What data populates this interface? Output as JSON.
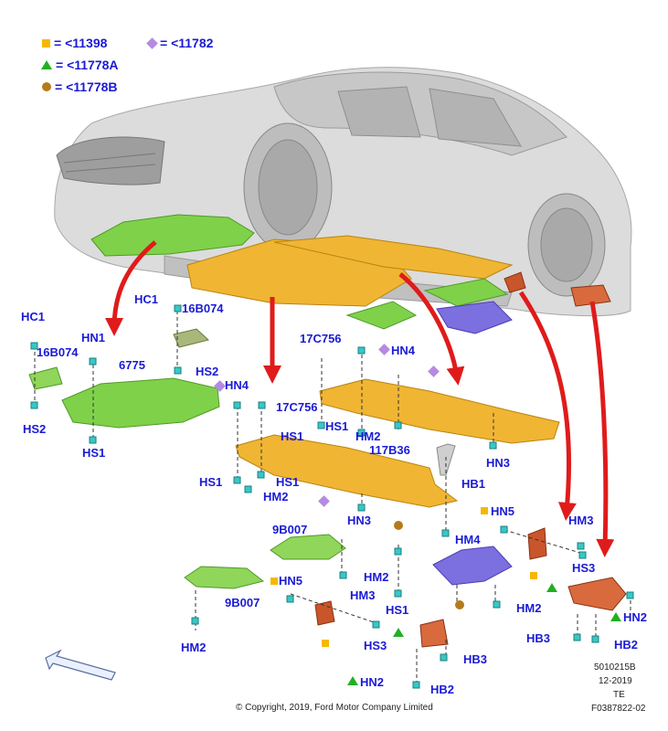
{
  "legend": {
    "square": "= <11398",
    "diamond": "= <11782",
    "triangle": "= <11778A",
    "circle": "= <11778B"
  },
  "colors": {
    "label_blue": "#1a1ad6",
    "arrow_red": "#e01b1b",
    "shield_green": "#7fd14a",
    "shield_orange": "#f0b532",
    "shield_purple": "#7c6fe0",
    "shield_rust": "#c8562a",
    "fastener_teal": "#38c7c7"
  },
  "callouts": {
    "hc1": "HC1",
    "b074_left": "16B074",
    "hs2_left": "HS2",
    "hn1": "HN1",
    "p6775": "6775",
    "hs1_left": "HS1",
    "hc1_mid": "HC1",
    "b074_mid": "16B074",
    "hs2_mid": "HS2",
    "hn4_mid": "HN4",
    "c756_mid": "17C756",
    "hs1_a": "HS1",
    "hs1_b": "HS1",
    "hm2_a": "HM2",
    "c756_top": "17C756",
    "hn4_top": "HN4",
    "hs1_c": "HS1",
    "hs1_d": "HS1",
    "hm2_b": "HM2",
    "b36": "117B36",
    "hn3_a": "HN3",
    "hb1": "HB1",
    "hn3_b": "HN3",
    "hn5_right": "HN5",
    "hm3_right": "HM3",
    "hs3_right": "HS3",
    "hn2_right": "HN2",
    "hb3_right": "HB3",
    "hb2_right": "HB2",
    "b007_top": "9B007",
    "hm2_c": "HM2",
    "hm4": "HM4",
    "b007_left": "9B007",
    "hn5_mid": "HN5",
    "hm3_mid": "HM3",
    "hs3_mid": "HS3",
    "hs1_e": "HS1",
    "hm2_d": "HM2",
    "hm2_e": "HM2",
    "hb3_mid": "HB3",
    "hn2_mid": "HN2",
    "hb2_mid": "HB2"
  },
  "footer": {
    "copyright": "© Copyright, 2019, Ford Motor Company Limited",
    "code1": "5010215B",
    "date": "12-2019",
    "te": "TE",
    "fig": "F0387822-02"
  }
}
